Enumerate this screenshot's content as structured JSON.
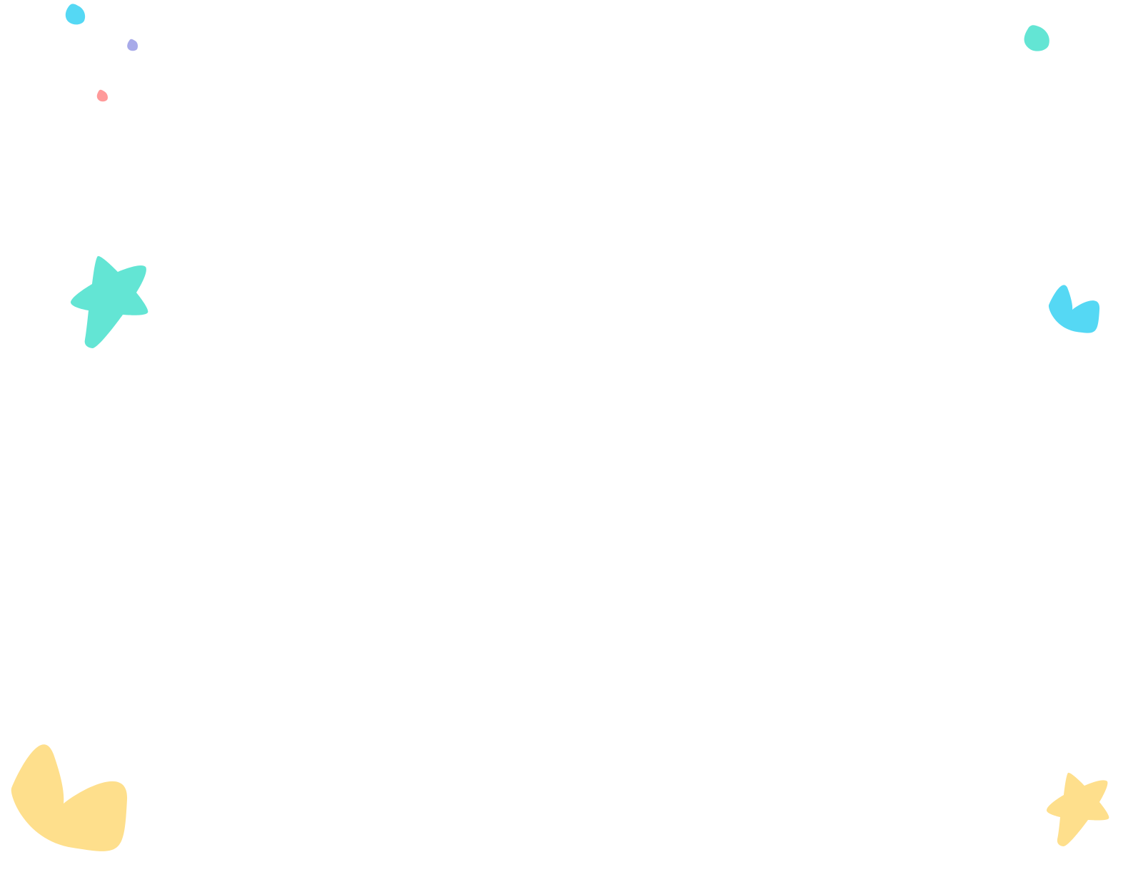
{
  "decorations": {
    "colors": {
      "cyan": "#55d8f4",
      "teal": "#63e5d4",
      "purple": "#a8aae9",
      "pink": "#ff9a9a",
      "yellow": "#fedf8c"
    },
    "shapes": [
      {
        "icon": "blob-shape",
        "color": "cyan"
      },
      {
        "icon": "blob-shape",
        "color": "purple"
      },
      {
        "icon": "blob-shape",
        "color": "pink"
      },
      {
        "icon": "blob-shape",
        "color": "teal"
      },
      {
        "icon": "star-shape",
        "color": "teal"
      },
      {
        "icon": "leaf-shape",
        "color": "cyan"
      },
      {
        "icon": "leaf-shape",
        "color": "yellow"
      },
      {
        "icon": "star-shape",
        "color": "yellow"
      }
    ]
  }
}
